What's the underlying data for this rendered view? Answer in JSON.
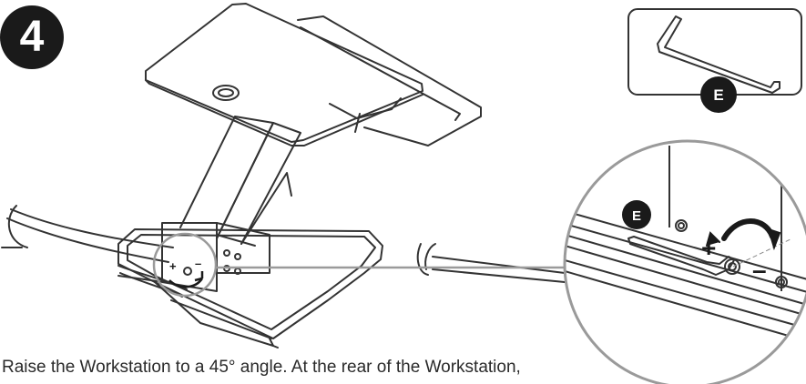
{
  "step": {
    "number": "4"
  },
  "tool_inset": {
    "label": "E"
  },
  "detail_inset": {
    "label": "E",
    "plus": "+",
    "minus": "–"
  },
  "instruction": {
    "text": "Raise the Workstation to a 45° angle. At the rear of the Workstation,"
  },
  "colors": {
    "ink": "#1a1a1a",
    "line": "#333333",
    "callout": "#9a9a9a",
    "background": "#ffffff"
  },
  "icons": [
    "allen-key-icon",
    "rotate-arrow-icon"
  ]
}
